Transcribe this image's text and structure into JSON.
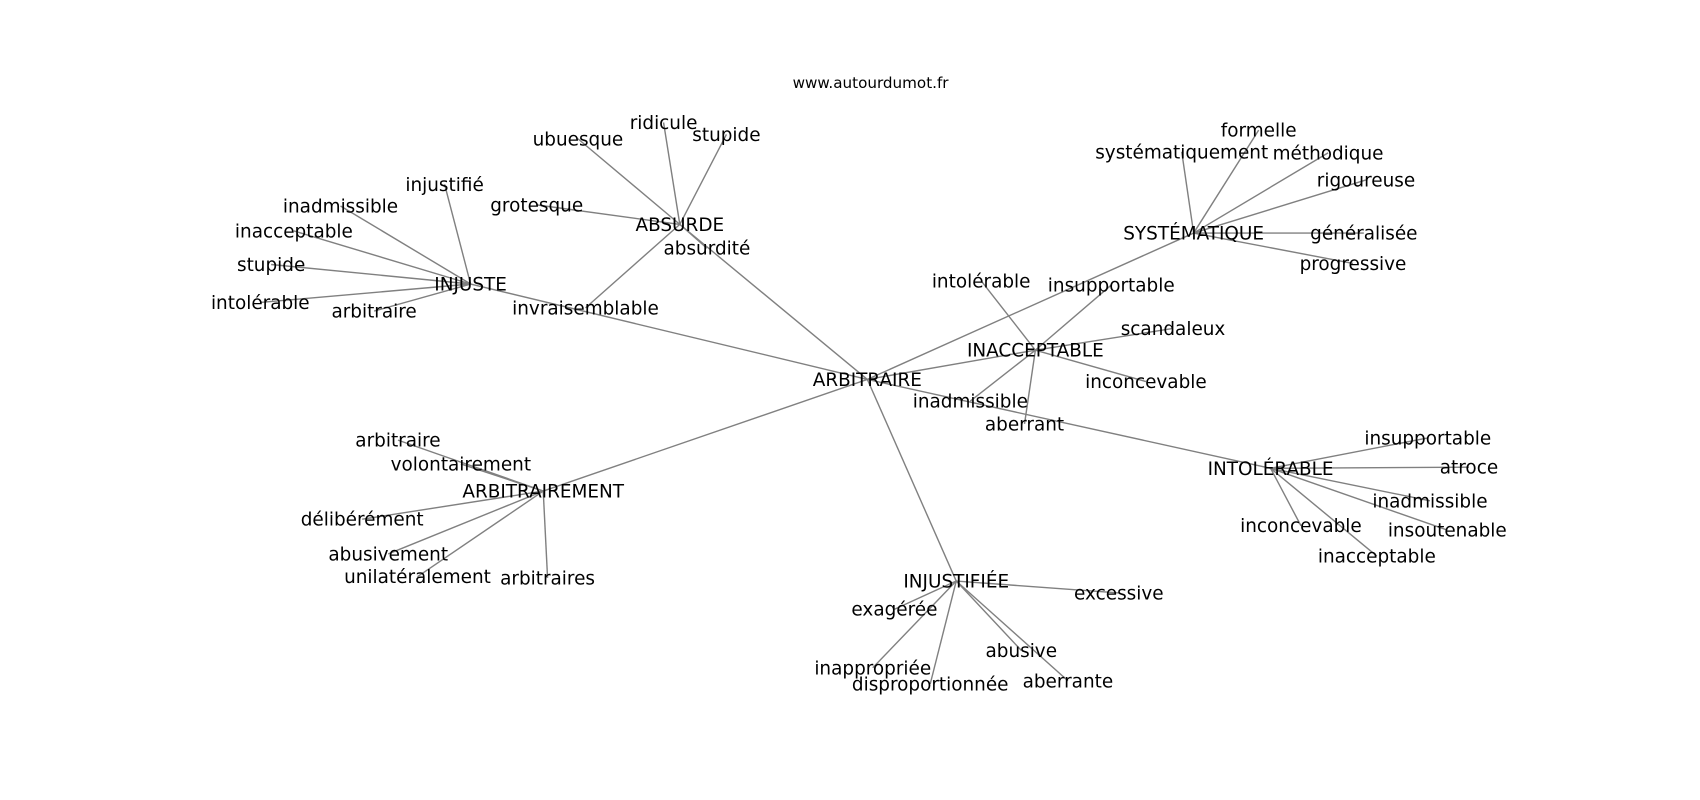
{
  "title": "www.autourdumot.fr",
  "root": "ARBITRAIRE",
  "hubs": [
    {
      "label": "ABSURDE",
      "children": [
        "ubuesque",
        "ridicule",
        "stupide",
        "grotesque",
        "absurdité",
        "invraisemblable"
      ]
    },
    {
      "label": "INJUSTE",
      "children": [
        "injustifié",
        "inadmissible",
        "inacceptable",
        "stupide",
        "intolérable",
        "arbitraire"
      ]
    },
    {
      "label": "SYSTÉMATIQUE",
      "children": [
        "formelle",
        "systématiquement",
        "méthodique",
        "rigoureuse",
        "généralisée",
        "progressive"
      ]
    },
    {
      "label": "INACCEPTABLE",
      "children": [
        "intolérable",
        "insupportable",
        "scandaleux",
        "inconcevable",
        "inadmissible",
        "aberrant"
      ]
    },
    {
      "label": "INTOLÉRABLE",
      "children": [
        "insupportable",
        "atroce",
        "inadmissible",
        "insoutenable",
        "inconcevable",
        "inacceptable"
      ]
    },
    {
      "label": "ARBITRAIREMENT",
      "children": [
        "arbitraire",
        "volontairement",
        "délibérément",
        "abusivement",
        "unilatéralement",
        "arbitraires"
      ]
    },
    {
      "label": "INJUSTIFIÉE",
      "children": [
        "excessive",
        "exagérée",
        "inappropriée",
        "disproportionnée",
        "abusive",
        "aberrante"
      ]
    }
  ],
  "colors": {
    "edge": "#808080",
    "text": "#000000",
    "background": "#ffffff"
  }
}
